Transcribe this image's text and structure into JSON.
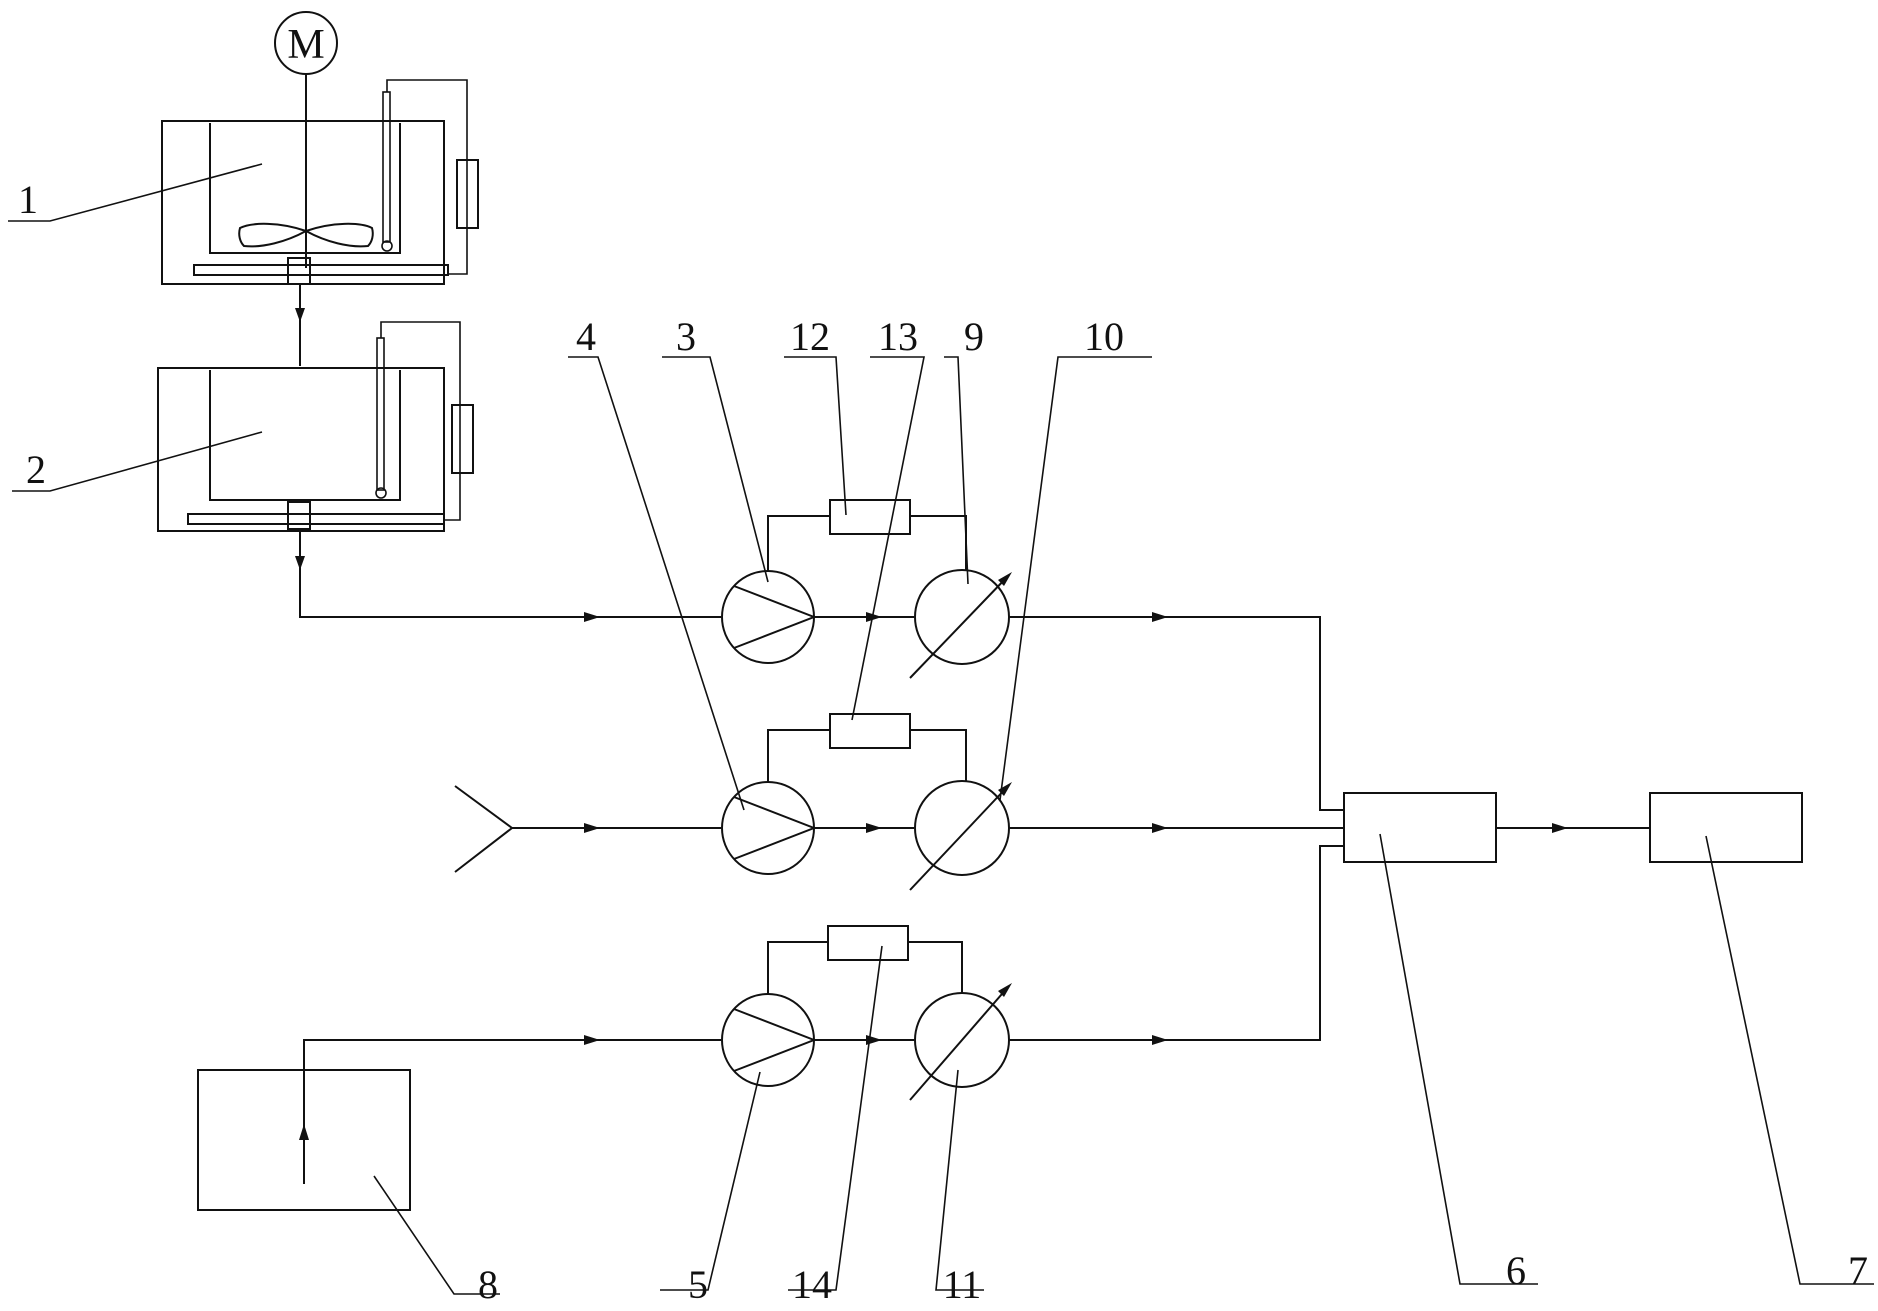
{
  "motor_symbol": "M",
  "labels": {
    "l1": "1",
    "l2": "2",
    "l3": "3",
    "l4": "4",
    "l5": "5",
    "l6": "6",
    "l7": "7",
    "l8": "8",
    "l9": "9",
    "l10": "10",
    "l11": "11",
    "l12": "12",
    "l13": "13",
    "l14": "14"
  },
  "colors": {
    "line": "#111111",
    "background": "#ffffff"
  }
}
